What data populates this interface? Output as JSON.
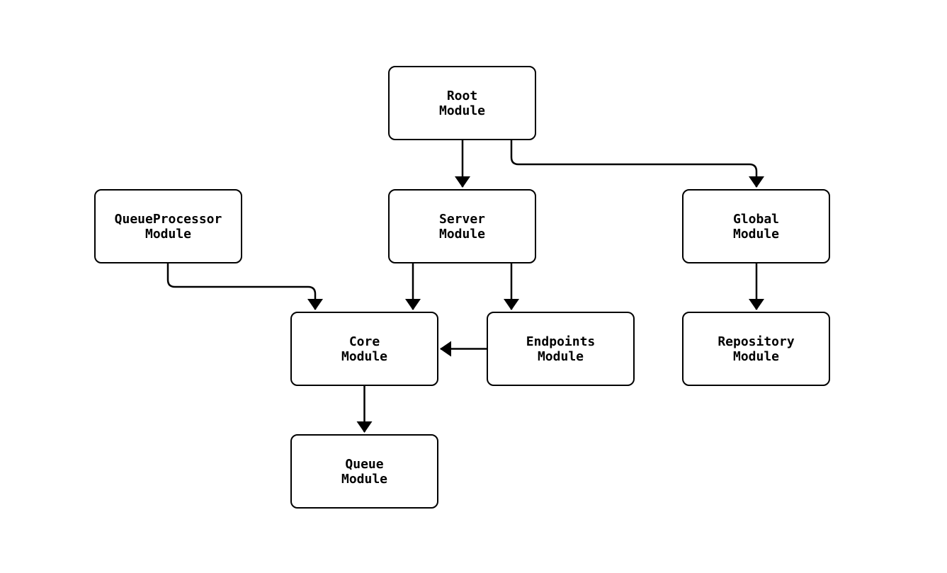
{
  "diagram": {
    "type": "module-dependency-graph",
    "background_color": "#ffffff",
    "stroke_color": "#000000",
    "node_fill_color": "#ffffff",
    "node_text_color": "#000000",
    "nodes": [
      {
        "id": "root",
        "lines": [
          "Root",
          "Module"
        ]
      },
      {
        "id": "server",
        "lines": [
          "Server",
          "Module"
        ]
      },
      {
        "id": "global",
        "lines": [
          "Global",
          "Module"
        ]
      },
      {
        "id": "queueprocessor",
        "lines": [
          "QueueProcessor",
          "Module"
        ]
      },
      {
        "id": "core",
        "lines": [
          "Core",
          "Module"
        ]
      },
      {
        "id": "endpoints",
        "lines": [
          "Endpoints",
          "Module"
        ]
      },
      {
        "id": "repository",
        "lines": [
          "Repository",
          "Module"
        ]
      },
      {
        "id": "queue",
        "lines": [
          "Queue",
          "Module"
        ]
      }
    ],
    "edges": [
      {
        "from": "root",
        "to": "server"
      },
      {
        "from": "root",
        "to": "global"
      },
      {
        "from": "queueprocessor",
        "to": "core"
      },
      {
        "from": "server",
        "to": "core"
      },
      {
        "from": "server",
        "to": "endpoints"
      },
      {
        "from": "endpoints",
        "to": "core"
      },
      {
        "from": "global",
        "to": "repository"
      },
      {
        "from": "core",
        "to": "queue"
      }
    ]
  }
}
